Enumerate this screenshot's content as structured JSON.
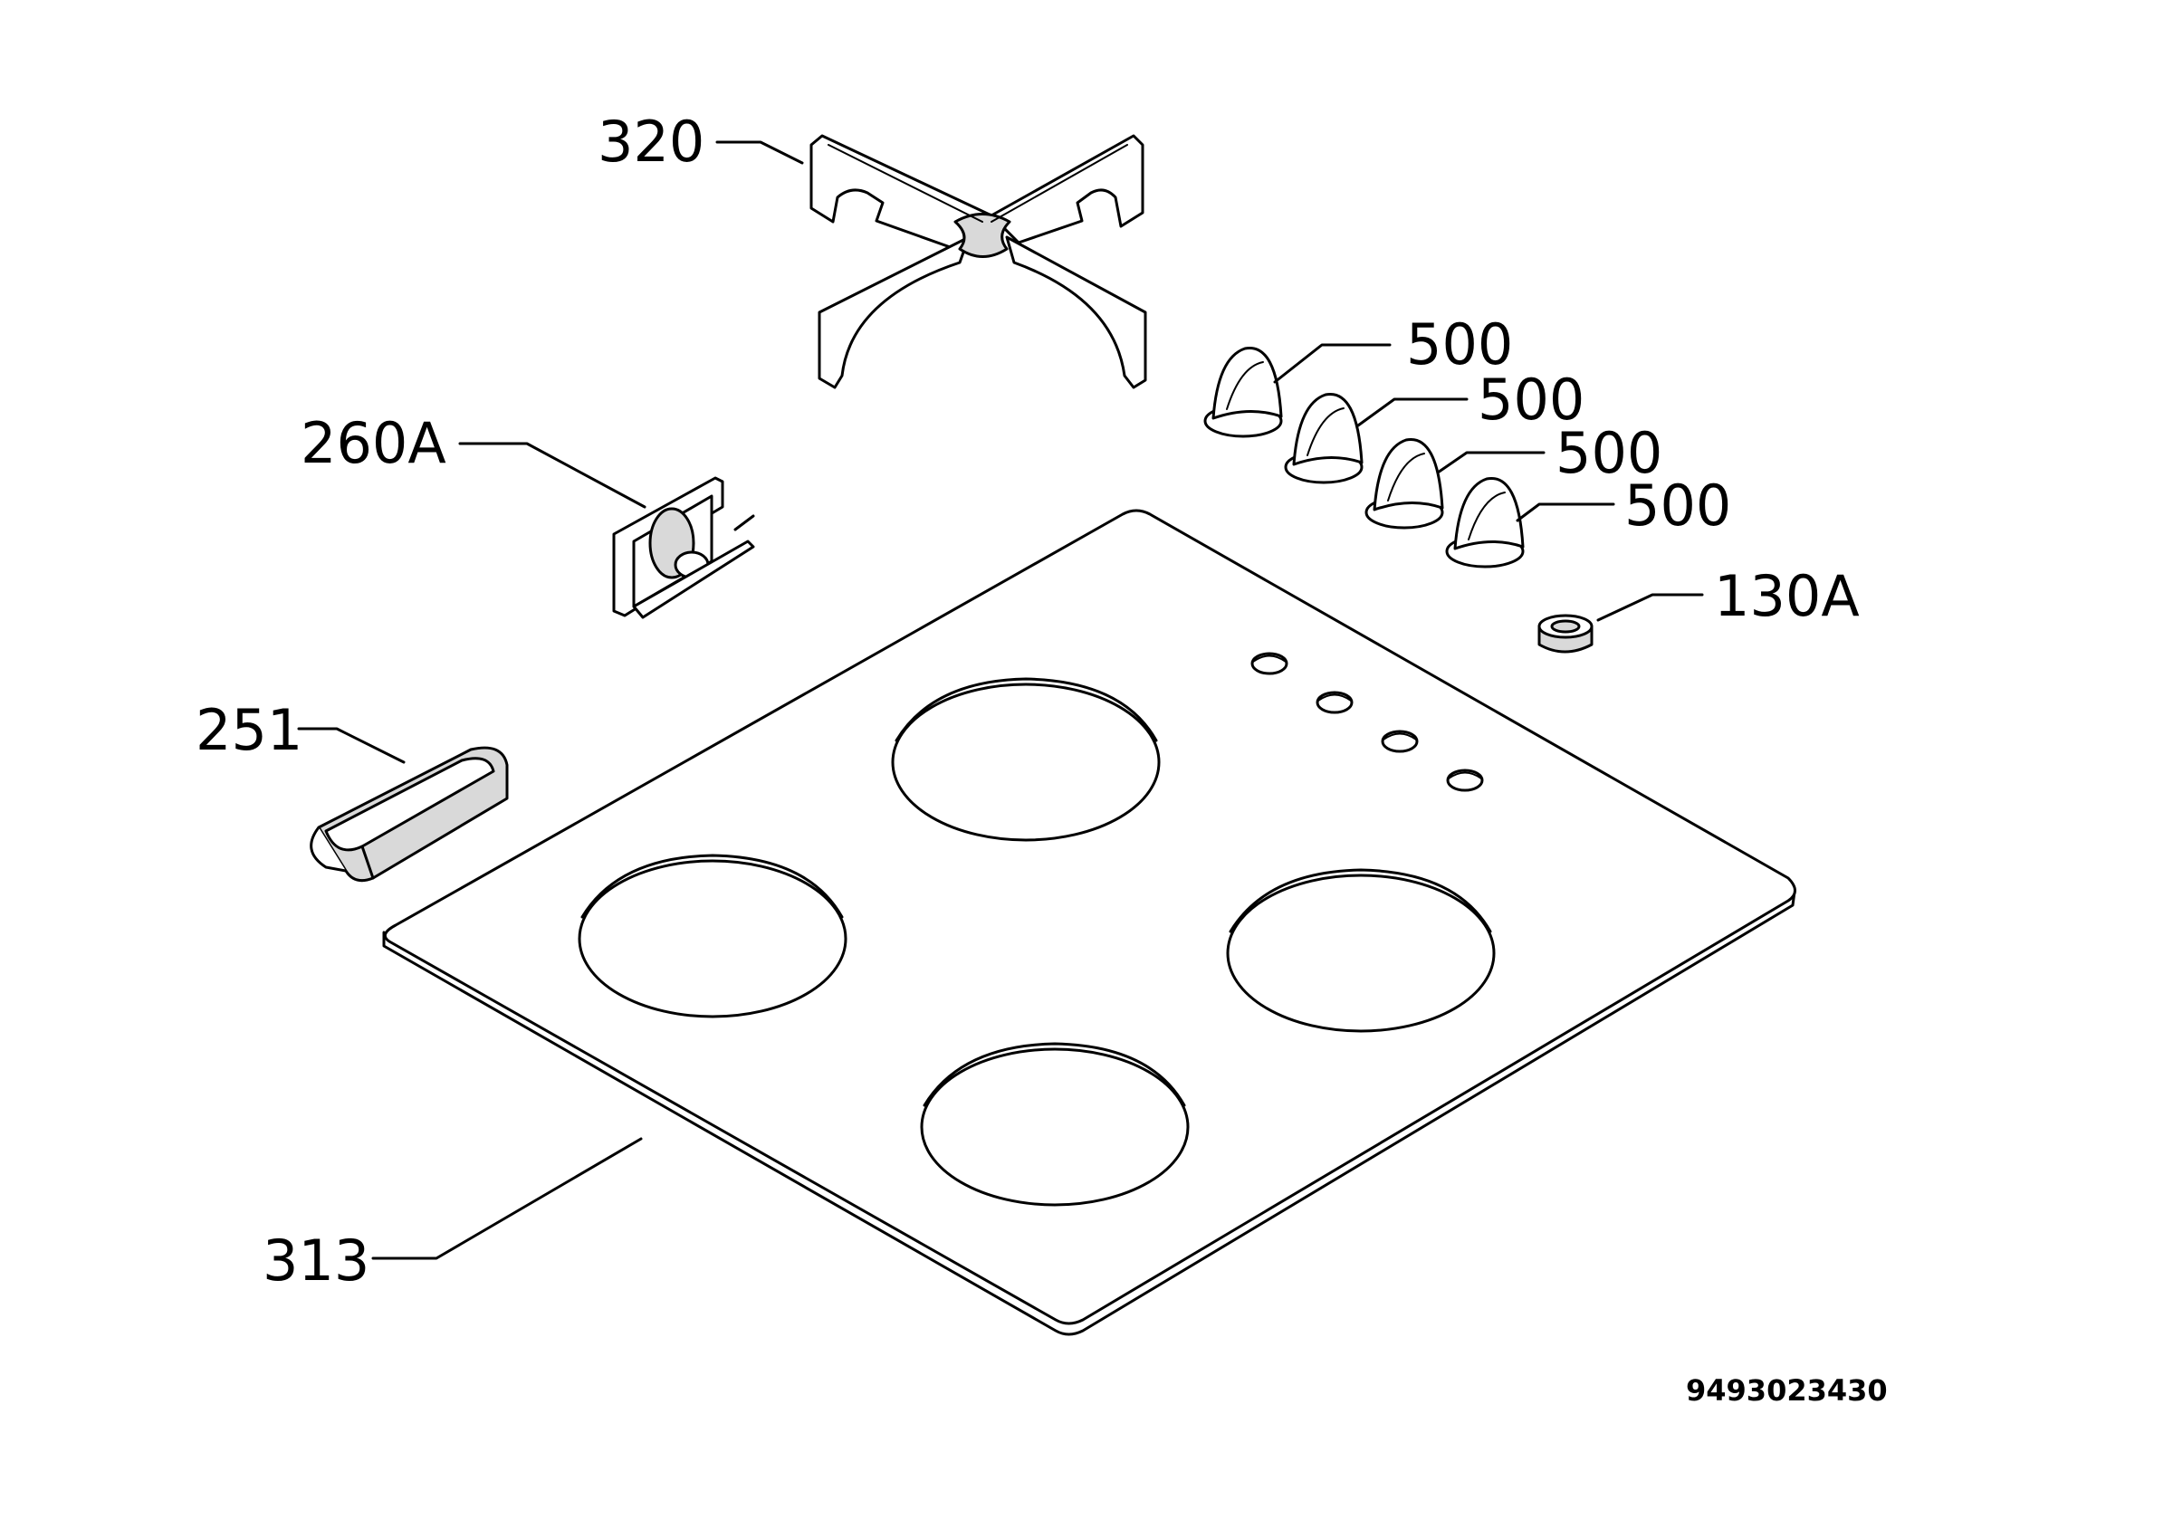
{
  "diagram": {
    "colors": {
      "ink": "#000000",
      "paper": "#ffffff",
      "shade": "#d9d9d9"
    },
    "parts": [
      {
        "id": "pan-support",
        "label": "320",
        "icon": "pan-support-grid-icon"
      },
      {
        "id": "bracket",
        "label": "260A",
        "icon": "bracket-icon"
      },
      {
        "id": "hinge-clip",
        "label": "251",
        "icon": "hinge-clip-icon"
      },
      {
        "id": "knob-1",
        "label": "500",
        "icon": "control-knob-icon"
      },
      {
        "id": "knob-2",
        "label": "500",
        "icon": "control-knob-icon"
      },
      {
        "id": "knob-3",
        "label": "500",
        "icon": "control-knob-icon"
      },
      {
        "id": "knob-4",
        "label": "500",
        "icon": "control-knob-icon"
      },
      {
        "id": "grommet",
        "label": "130A",
        "icon": "grommet-icon"
      },
      {
        "id": "glass-top",
        "label": "313",
        "icon": "hob-glass-top-icon"
      }
    ],
    "reference_number": "9493023430"
  }
}
